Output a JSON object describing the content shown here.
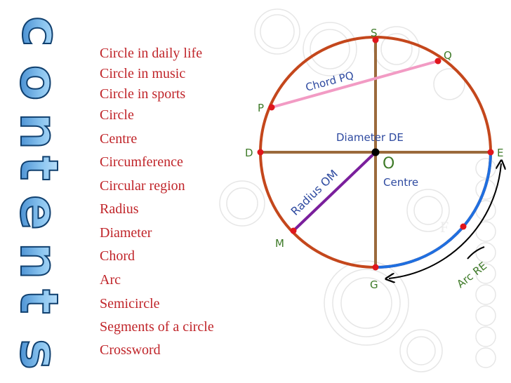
{
  "slide": {
    "title": "Contents",
    "items": [
      "Circle in daily life",
      "Circle in music",
      "Circle in sports",
      "Circle",
      "Centre",
      "Circumference",
      "Circular region",
      "Radius",
      "Diameter",
      "Chord",
      "Arc",
      "Semicircle",
      "Segments of a circle",
      "Crossword"
    ]
  },
  "diagram": {
    "points": {
      "S": "S",
      "Q": "Q",
      "P": "P",
      "D": "D",
      "E": "E",
      "O": "O",
      "M": "M",
      "G": "G",
      "F": "F"
    },
    "labels": {
      "chord": "Chord PQ",
      "diameter": "Diameter DE",
      "radius": "Radius OM",
      "centre": "Centre",
      "arc": "Arc RE"
    }
  },
  "colors": {
    "toc_text": "#c0252a",
    "circle": "#c4471c",
    "diameter": "#9b6a3c",
    "chord": "#f29bc4",
    "radius": "#7a1f9c",
    "arc": "#1f6fe0",
    "points": "#e0161c",
    "point_labels": "#3e7a28",
    "diagram_labels": "#2e4aa0",
    "title_fill": "#3f8fd6"
  }
}
